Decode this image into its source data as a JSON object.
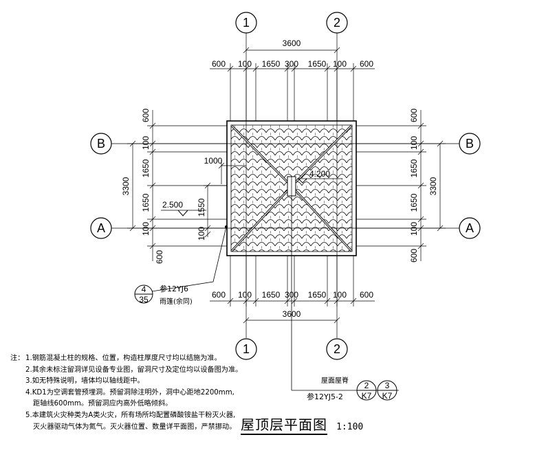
{
  "grid": {
    "col1": "1",
    "col2": "2",
    "rowA": "A",
    "rowB": "B"
  },
  "dims": {
    "top_total": "3600",
    "horizontal_parts": [
      "600",
      "100",
      "1650",
      "300",
      "1650",
      "100",
      "600"
    ],
    "bottom_total": "3600",
    "vertical_parts_top_to_bottom": [
      "600",
      "100",
      "1650",
      "1650",
      "100",
      "600"
    ],
    "left_total": "3300",
    "right_total": "3300",
    "eave_offset": "1000",
    "side_height": "1550",
    "side_tail": "100"
  },
  "elevations": {
    "ridge": "4.200",
    "eave": "2.500"
  },
  "callouts": {
    "gutter": {
      "ref": "参12YJ6",
      "num": "4",
      "sheet": "35",
      "label": "雨篷(余同)"
    },
    "ridge": {
      "label": "屋面屋脊",
      "ref": "参12YJ5-2",
      "items": [
        {
          "num": "2",
          "sheet": "K7"
        },
        {
          "num": "3",
          "sheet": "K7"
        }
      ]
    }
  },
  "notes": {
    "prefix": "注：",
    "items": [
      "1.钢筋混凝土柱的规格、位置，构造柱厚度尺寸均以结施为准。",
      "2.其余未标注留洞详见设备专业图，留洞尺寸及定位均以设备图为准。",
      "3.如无特殊说明，墙体均以轴线距中。",
      "4.KD1为空调套管预埋洞。预留洞除注明外，洞中心距地2200mm,",
      "距轴线600mm。预留洞应内高外低略倾斜。",
      "5.本建筑火灾种类为A类火灾，所有场所均配置磷酸铵盐干粉灭火器,",
      "灭火器驱动气体为氮气。灭火器位置、数量详平面图，严禁挪动。"
    ]
  },
  "title": {
    "text": "屋顶层平面图",
    "scale": "1:100"
  }
}
